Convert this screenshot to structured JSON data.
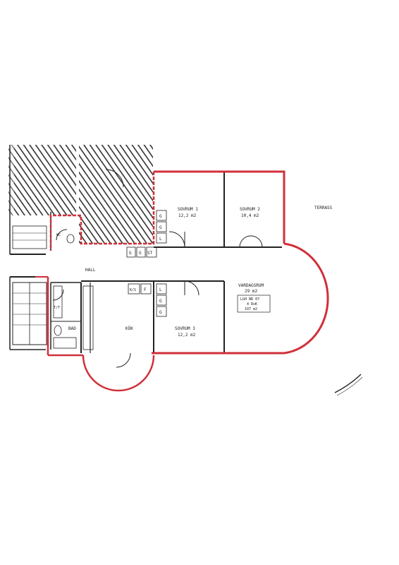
{
  "terrace": {
    "label": "TERRASS"
  },
  "rooms": [
    {
      "id": "sovrum1",
      "name": "SOVRUM 1",
      "area": "12,2 m2"
    },
    {
      "id": "sovrum2",
      "name": "SOVRUM 2",
      "area": "10,4 m2"
    },
    {
      "id": "vardagsrum",
      "name": "VARDAGSRUM",
      "area": "29 m2"
    },
    {
      "id": "sovrum3",
      "name": "SOVRUM 3",
      "area": "12,2 m2"
    },
    {
      "id": "kok",
      "name": "KÖK"
    },
    {
      "id": "hall",
      "name": "HALL"
    },
    {
      "id": "bad",
      "name": "BAD"
    },
    {
      "id": "wc",
      "name": "WC"
    },
    {
      "id": "tt",
      "name": "T/T"
    }
  ],
  "apartment_box": {
    "line1": "LGH NR 07",
    "line2": "4 RoK",
    "line3": "107 m2"
  },
  "closets": {
    "sovrum1": [
      "G",
      "G",
      "L"
    ],
    "hall": [
      "G",
      "G",
      "ST"
    ],
    "sovrum3": [
      "L",
      "G",
      "G"
    ],
    "kitchen": [
      "K/S",
      "F"
    ]
  },
  "colors": {
    "wall": "#222222",
    "outline": "#d0303a",
    "hatch": "#1a1a1a"
  }
}
